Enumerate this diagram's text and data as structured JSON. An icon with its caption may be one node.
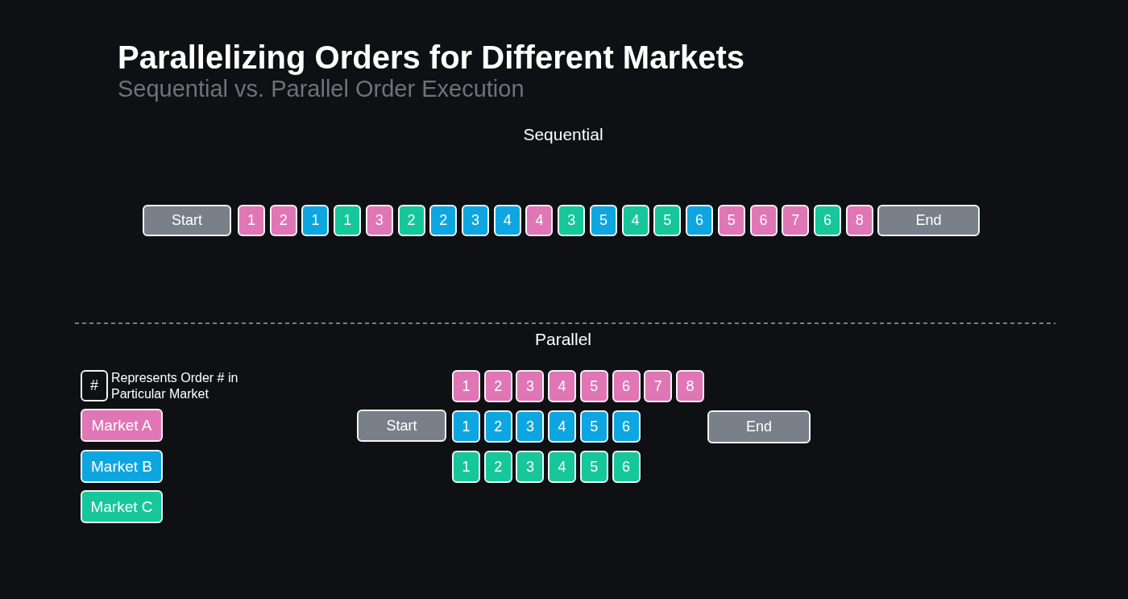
{
  "diagram": {
    "title": "Parallelizing Orders for Different Markets",
    "nodes": [
      {
        "text": [
          "Start"
        ]
      },
      {
        "text": [
          "1"
        ]
      },
      {
        "text": [
          "2"
        ]
      },
      {
        "text": [
          "1"
        ]
      },
      {
        "text": [
          "1"
        ]
      },
      {
        "text": [
          "3"
        ]
      },
      {
        "text": [
          "2"
        ]
      },
      {
        "text": [
          "2"
        ]
      },
      {
        "text": [
          "3"
        ]
      },
      {
        "text": [
          "4"
        ]
      },
      {
        "text": [
          "4"
        ]
      },
      {
        "text": [
          "3"
        ]
      },
      {
        "text": [
          "5"
        ]
      },
      {
        "text": [
          "4"
        ]
      },
      {
        "text": [
          "5"
        ]
      },
      {
        "text": [
          "6"
        ]
      },
      {
        "text": [
          "5"
        ]
      },
      {
        "text": [
          "6"
        ]
      },
      {
        "text": [
          "7"
        ]
      },
      {
        "text": [
          "6"
        ]
      },
      {
        "text": [
          "8"
        ]
      },
      {
        "text": [
          "End"
        ]
      },
      {
        "text": [
          "#"
        ],
        "beside": [
          "Represents Order # in Particular Market"
        ]
      },
      {
        "text": [
          "1"
        ]
      },
      {
        "text": [
          "2"
        ]
      },
      {
        "text": [
          "3"
        ]
      },
      {
        "text": [
          "4"
        ]
      },
      {
        "text": [
          "5"
        ]
      },
      {
        "text": [
          "6"
        ]
      },
      {
        "text": [
          "7"
        ]
      },
      {
        "text": [
          "8"
        ]
      },
      {
        "text": [
          "Start"
        ]
      },
      {
        "text": [
          "1"
        ]
      },
      {
        "text": [
          "2"
        ]
      },
      {
        "text": [
          "3"
        ]
      },
      {
        "text": [
          "4"
        ]
      },
      {
        "text": [
          "5"
        ]
      },
      {
        "text": [
          "6"
        ]
      },
      {
        "text": [
          "End"
        ]
      },
      {
        "text": [
          "1"
        ]
      },
      {
        "text": [
          "2"
        ]
      },
      {
        "text": [
          "3"
        ]
      },
      {
        "text": [
          "4"
        ]
      },
      {
        "text": [
          "5"
        ]
      },
      {
        "text": [
          "6"
        ]
      }
    ],
    "labels": [
      "Sequential vs. Parallel Order Execution",
      "Sequential",
      "Parallel"
    ],
    "legend": [
      {
        "text": "Market A",
        "color": "#e076b6"
      },
      {
        "text": "Market B",
        "color": "#0ea6e0"
      },
      {
        "text": "Market C",
        "color": "#16c79b"
      }
    ]
  }
}
